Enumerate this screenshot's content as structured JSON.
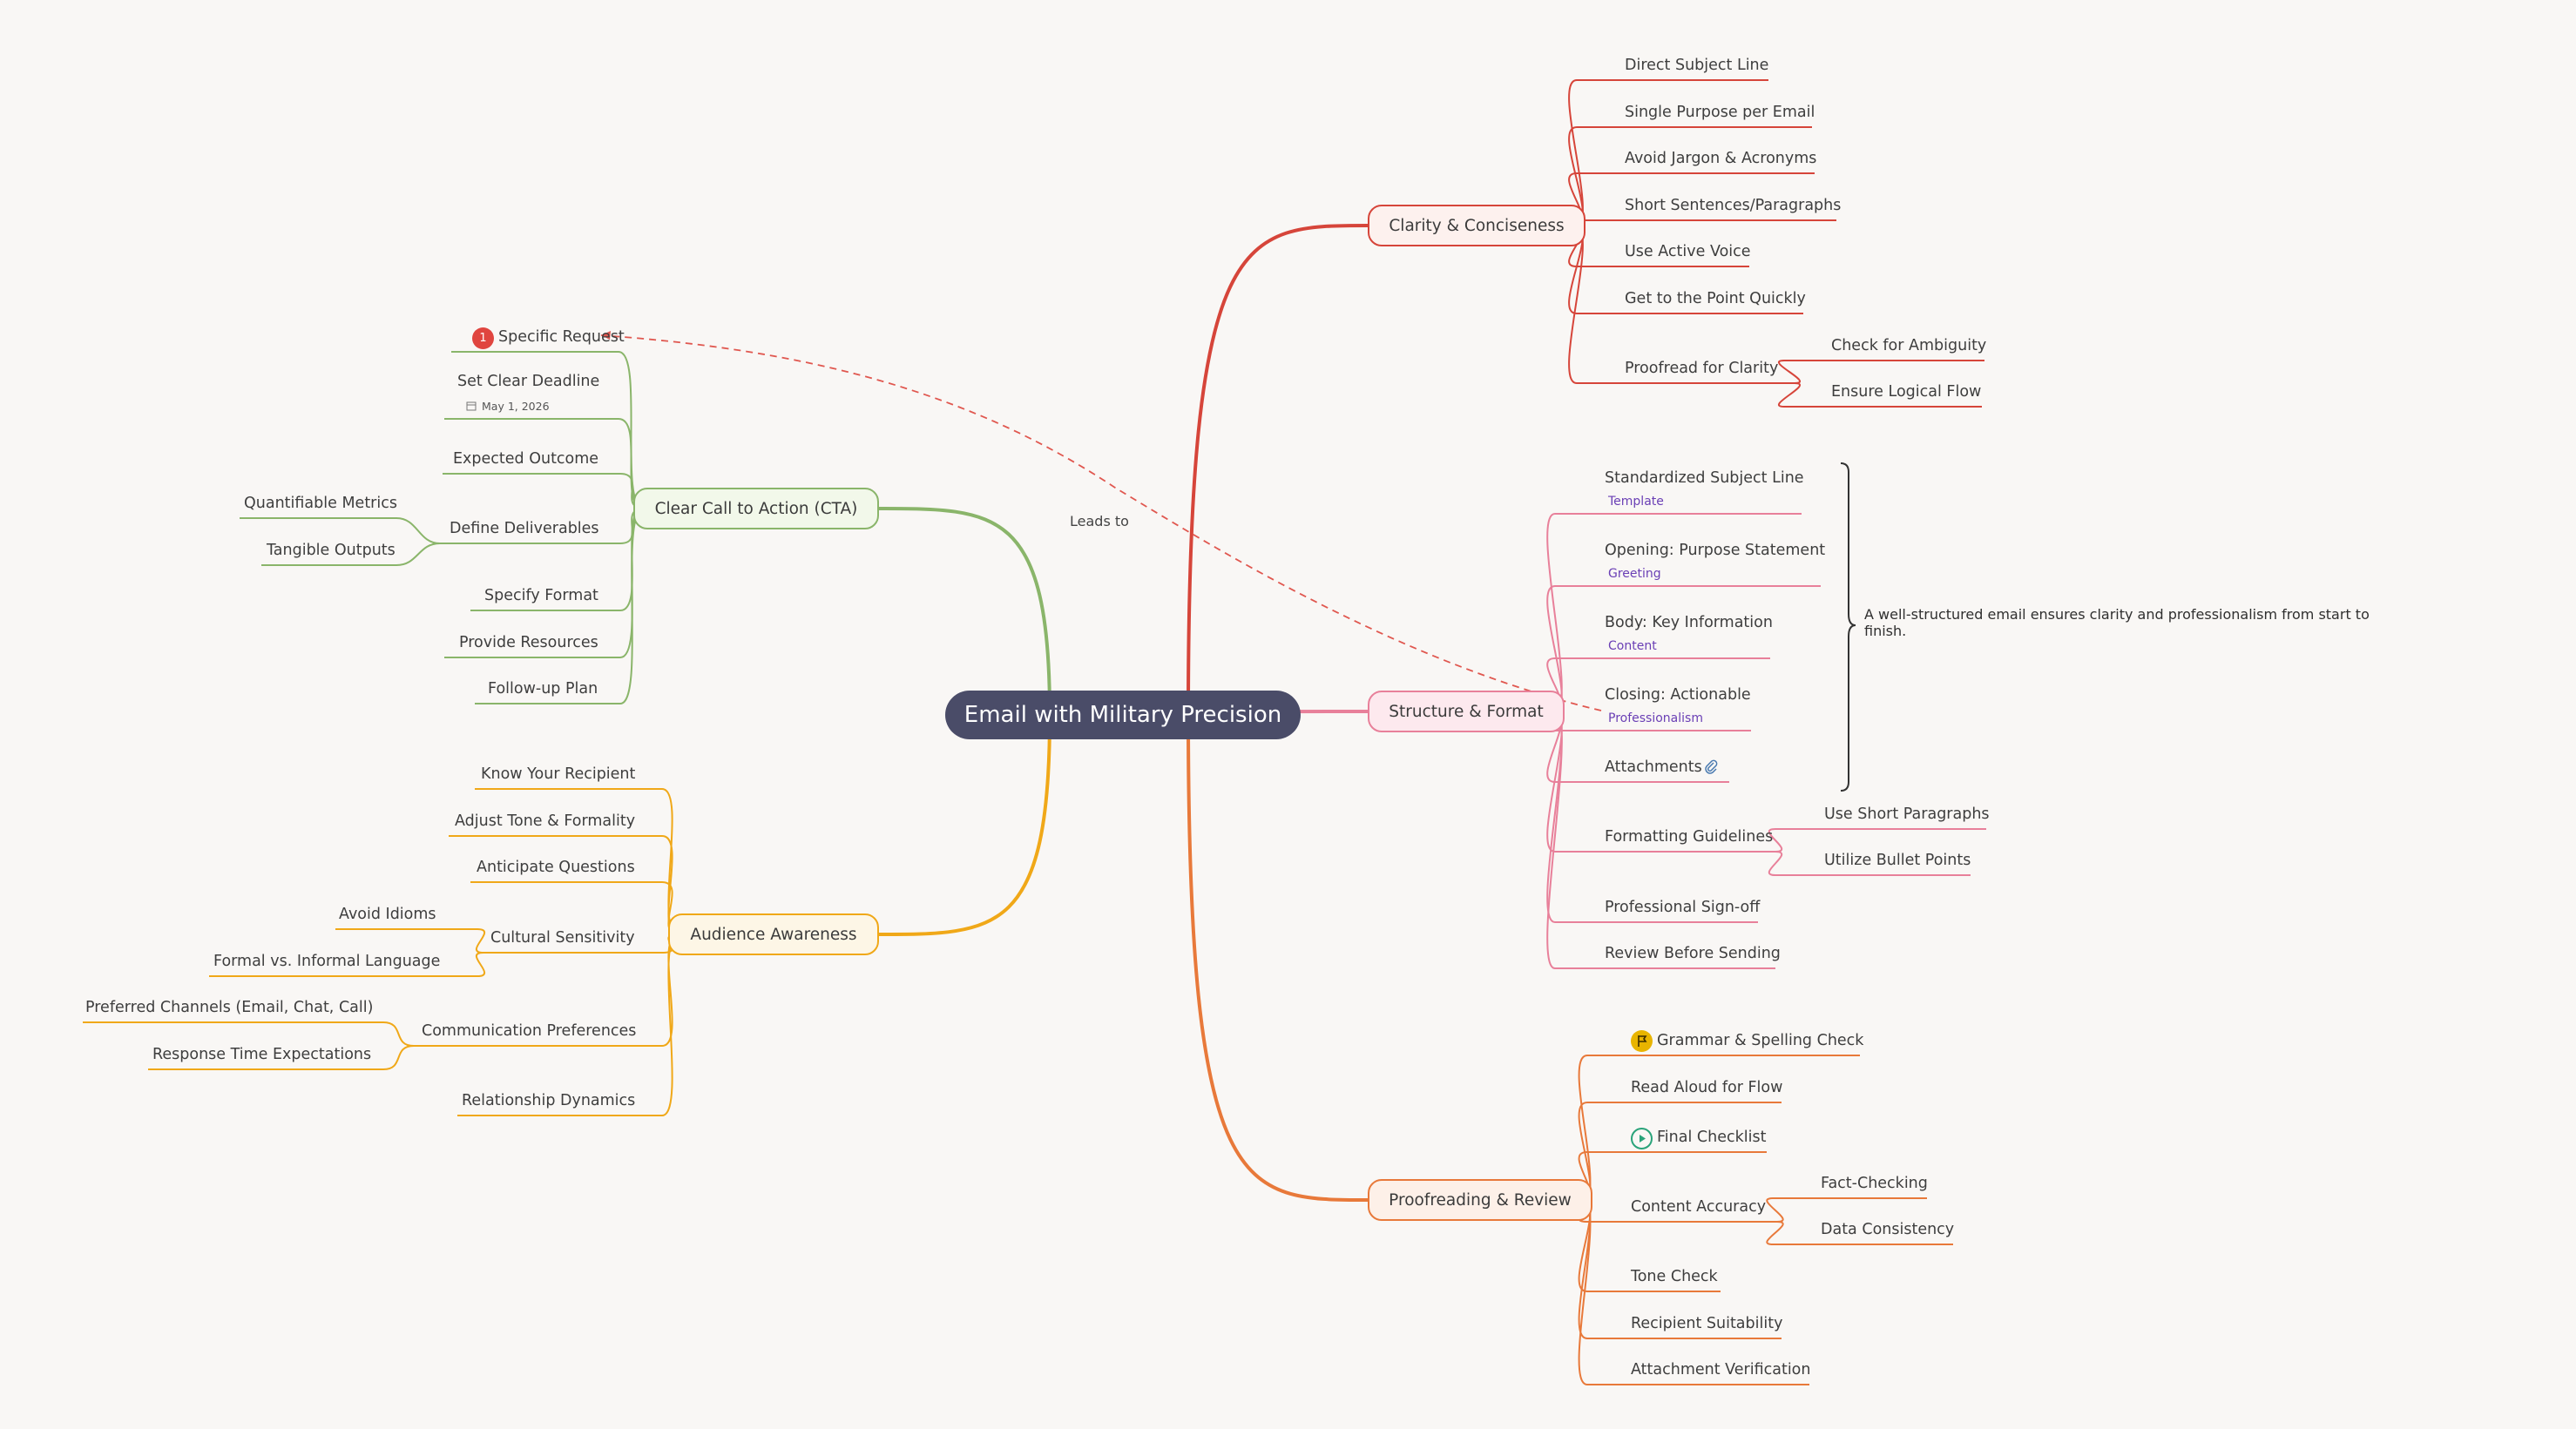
{
  "central": {
    "title": "Email with Military Precision",
    "color": "#4a4c68"
  },
  "branches": [
    {
      "id": "clarity",
      "label": "Clarity & Conciseness",
      "color": "#d6453a",
      "fill": "#fdf1ee",
      "children": [
        {
          "label": "Direct Subject Line"
        },
        {
          "label": "Single Purpose per Email"
        },
        {
          "label": "Avoid Jargon & Acronyms"
        },
        {
          "label": "Short Sentences/Paragraphs"
        },
        {
          "label": "Use Active Voice"
        },
        {
          "label": "Get to the Point Quickly"
        },
        {
          "label": "Proofread for Clarity",
          "children": [
            {
              "label": "Check for Ambiguity"
            },
            {
              "label": "Ensure Logical Flow"
            }
          ]
        }
      ]
    },
    {
      "id": "structure",
      "label": "Structure & Format",
      "color": "#e8809a",
      "fill": "#fde9ee",
      "children": [
        {
          "label": "Standardized Subject Line",
          "tag": "Template"
        },
        {
          "label": "Opening: Purpose Statement",
          "tag": "Greeting"
        },
        {
          "label": "Body: Key Information",
          "tag": "Content"
        },
        {
          "label": "Closing: Actionable",
          "tag": "Professionalism"
        },
        {
          "label": "Attachments",
          "icon": "paperclip-icon"
        },
        {
          "label": "Formatting Guidelines",
          "children": [
            {
              "label": "Use Short Paragraphs"
            },
            {
              "label": "Utilize Bullet Points"
            }
          ]
        },
        {
          "label": "Professional Sign-off"
        },
        {
          "label": "Review Before Sending"
        }
      ],
      "summary_note": "A well-structured email ensures clarity and professionalism from start to finish."
    },
    {
      "id": "proofreading",
      "label": "Proofreading & Review",
      "color": "#e8793a",
      "fill": "#fdf0e8",
      "children": [
        {
          "label": "Grammar & Spelling Check",
          "icon": "flag-icon"
        },
        {
          "label": "Read Aloud for Flow"
        },
        {
          "label": "Final Checklist",
          "icon": "play-icon"
        },
        {
          "label": "Content Accuracy",
          "children": [
            {
              "label": "Fact-Checking"
            },
            {
              "label": "Data Consistency"
            }
          ]
        },
        {
          "label": "Tone Check"
        },
        {
          "label": "Recipient Suitability"
        },
        {
          "label": "Attachment Verification"
        }
      ]
    },
    {
      "id": "cta",
      "label": "Clear Call to Action (CTA)",
      "color": "#8ab56a",
      "fill": "#f2f8ea",
      "children": [
        {
          "label": "Specific Request",
          "badge": "1"
        },
        {
          "label": "Set Clear Deadline",
          "date": "May 1, 2026"
        },
        {
          "label": "Expected Outcome"
        },
        {
          "label": "Define Deliverables",
          "children": [
            {
              "label": "Quantifiable Metrics"
            },
            {
              "label": "Tangible Outputs"
            }
          ]
        },
        {
          "label": "Specify Format"
        },
        {
          "label": "Provide Resources"
        },
        {
          "label": "Follow-up Plan"
        }
      ]
    },
    {
      "id": "audience",
      "label": "Audience Awareness",
      "color": "#f0a818",
      "fill": "#fdf6e6",
      "children": [
        {
          "label": "Know Your Recipient"
        },
        {
          "label": "Adjust Tone & Formality"
        },
        {
          "label": "Anticipate Questions"
        },
        {
          "label": "Cultural Sensitivity",
          "children": [
            {
              "label": "Avoid Idioms"
            },
            {
              "label": "Formal vs. Informal Language"
            }
          ]
        },
        {
          "label": "Communication Preferences",
          "children": [
            {
              "label": "Preferred Channels (Email, Chat, Call)"
            },
            {
              "label": "Response Time Expectations"
            }
          ]
        },
        {
          "label": "Relationship Dynamics"
        }
      ]
    }
  ],
  "relationship": {
    "label": "Leads to",
    "color": "#e0574f"
  }
}
